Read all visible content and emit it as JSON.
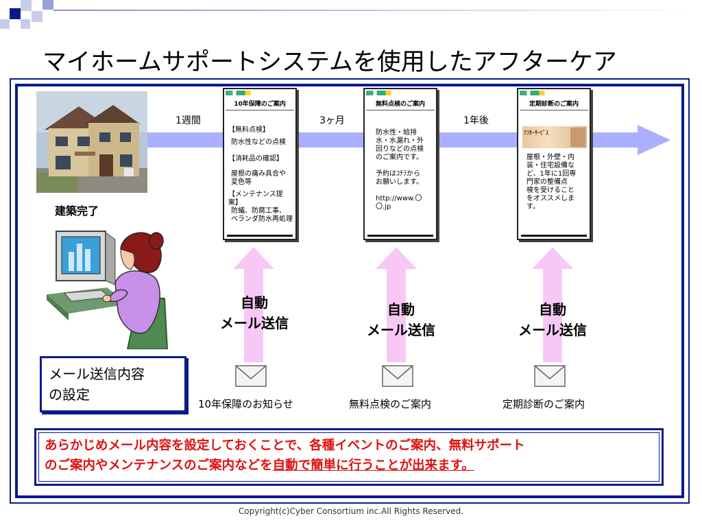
{
  "title": "マイホームサポートシステムを使用したアフターケア",
  "timeline": {
    "interval1": "1週間",
    "interval2": "3ヶ月",
    "interval3": "1年後"
  },
  "building_complete": "建築完了",
  "phones": [
    {
      "title": "10年保障のご案内",
      "lines": [
        "【無料点検】",
        "防水性などの点検",
        "【消耗品の確認】",
        "屋根の痛み具合や",
        "変色等",
        "【メンテナンス提案】",
        "防蟻、防腐工事、",
        "ベランダ防水再処理"
      ]
    },
    {
      "title": "無料点検のご案内",
      "lines": [
        "防水性・給排",
        "水・水漏れ・外",
        "回りなどの点検",
        "のご案内です。",
        "予約はｺﾁﾗから",
        "お願いします。",
        "http://www.〇",
        "〇.jp"
      ]
    },
    {
      "title": "定期診断のご案内",
      "banner": "ｱﾌﾀｰｻｰﾋﾞｽ",
      "lines": [
        "屋根・外壁・内",
        "装・住宅設備な",
        "ど、1年に1回専",
        "門家の整備点",
        "検を受けること",
        "をオススメしま",
        "す。"
      ]
    }
  ],
  "auto_send": {
    "line1": "自動",
    "line2": "メール送信"
  },
  "mail_setting": {
    "line1": "メール送信内容",
    "line2": "の設定"
  },
  "captions": [
    "10年保障のお知らせ",
    "無料点検のご案内",
    "定期診断のご案内"
  ],
  "note": {
    "line1": "あらかじめメール内容を設定しておくことで、各種イベントのご案内、無料サポート",
    "line2_plain": "のご案内やメンテナンスのご案内などを",
    "line2_underlined": "自動で簡単に行うことが出来ます。"
  },
  "copyright": "Copyright(c)Cyber Consortium inc.All Rights Reserved.",
  "colors": {
    "frame": "#0a1a8a",
    "timeline_arrow": "#aab0ff",
    "up_arrow": "#f7c8f5",
    "note_text": "#e01010"
  },
  "icons": [
    "envelope-icon",
    "house-photo",
    "person-computer-illustration",
    "decorative-squares"
  ]
}
